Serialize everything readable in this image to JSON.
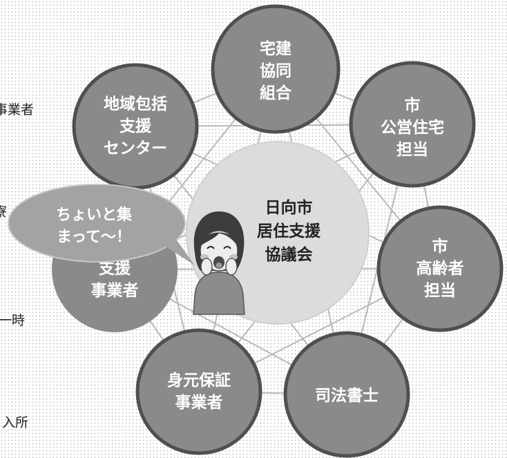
{
  "center": {
    "lines": [
      "日向市",
      "居住支援",
      "協議会"
    ]
  },
  "nodes": [
    {
      "id": "takken",
      "lines": [
        "宅建",
        "協同",
        "組合"
      ]
    },
    {
      "id": "shi-koei",
      "lines": [
        "市",
        "公営住宅",
        "担当"
      ]
    },
    {
      "id": "shi-koreisha",
      "lines": [
        "市",
        "高齢者",
        "担当"
      ]
    },
    {
      "id": "shiho-shoshi",
      "lines": [
        "司法書士"
      ]
    },
    {
      "id": "mimoto-hosho",
      "lines": [
        "身元保証",
        "事業者"
      ]
    },
    {
      "id": "shien-jigyosha",
      "lines": [
        "支援",
        "事業者"
      ]
    },
    {
      "id": "chiiki-hokatsu",
      "lines": [
        "地域包括",
        "支援",
        "センター"
      ]
    }
  ],
  "speech_bubble": {
    "lines": [
      "ちょいと集",
      "まって～！"
    ]
  },
  "side_labels": {
    "jigyosha": "事業者",
    "ryo": "寮",
    "ichiji": "一時",
    "nyusho": "入所"
  },
  "colors": {
    "node_fill": "#8a8a8a",
    "node_stroke": "#4f4f4f",
    "center_fill": "#dcdcdc",
    "bubble_fill": "#a3a3a3"
  }
}
